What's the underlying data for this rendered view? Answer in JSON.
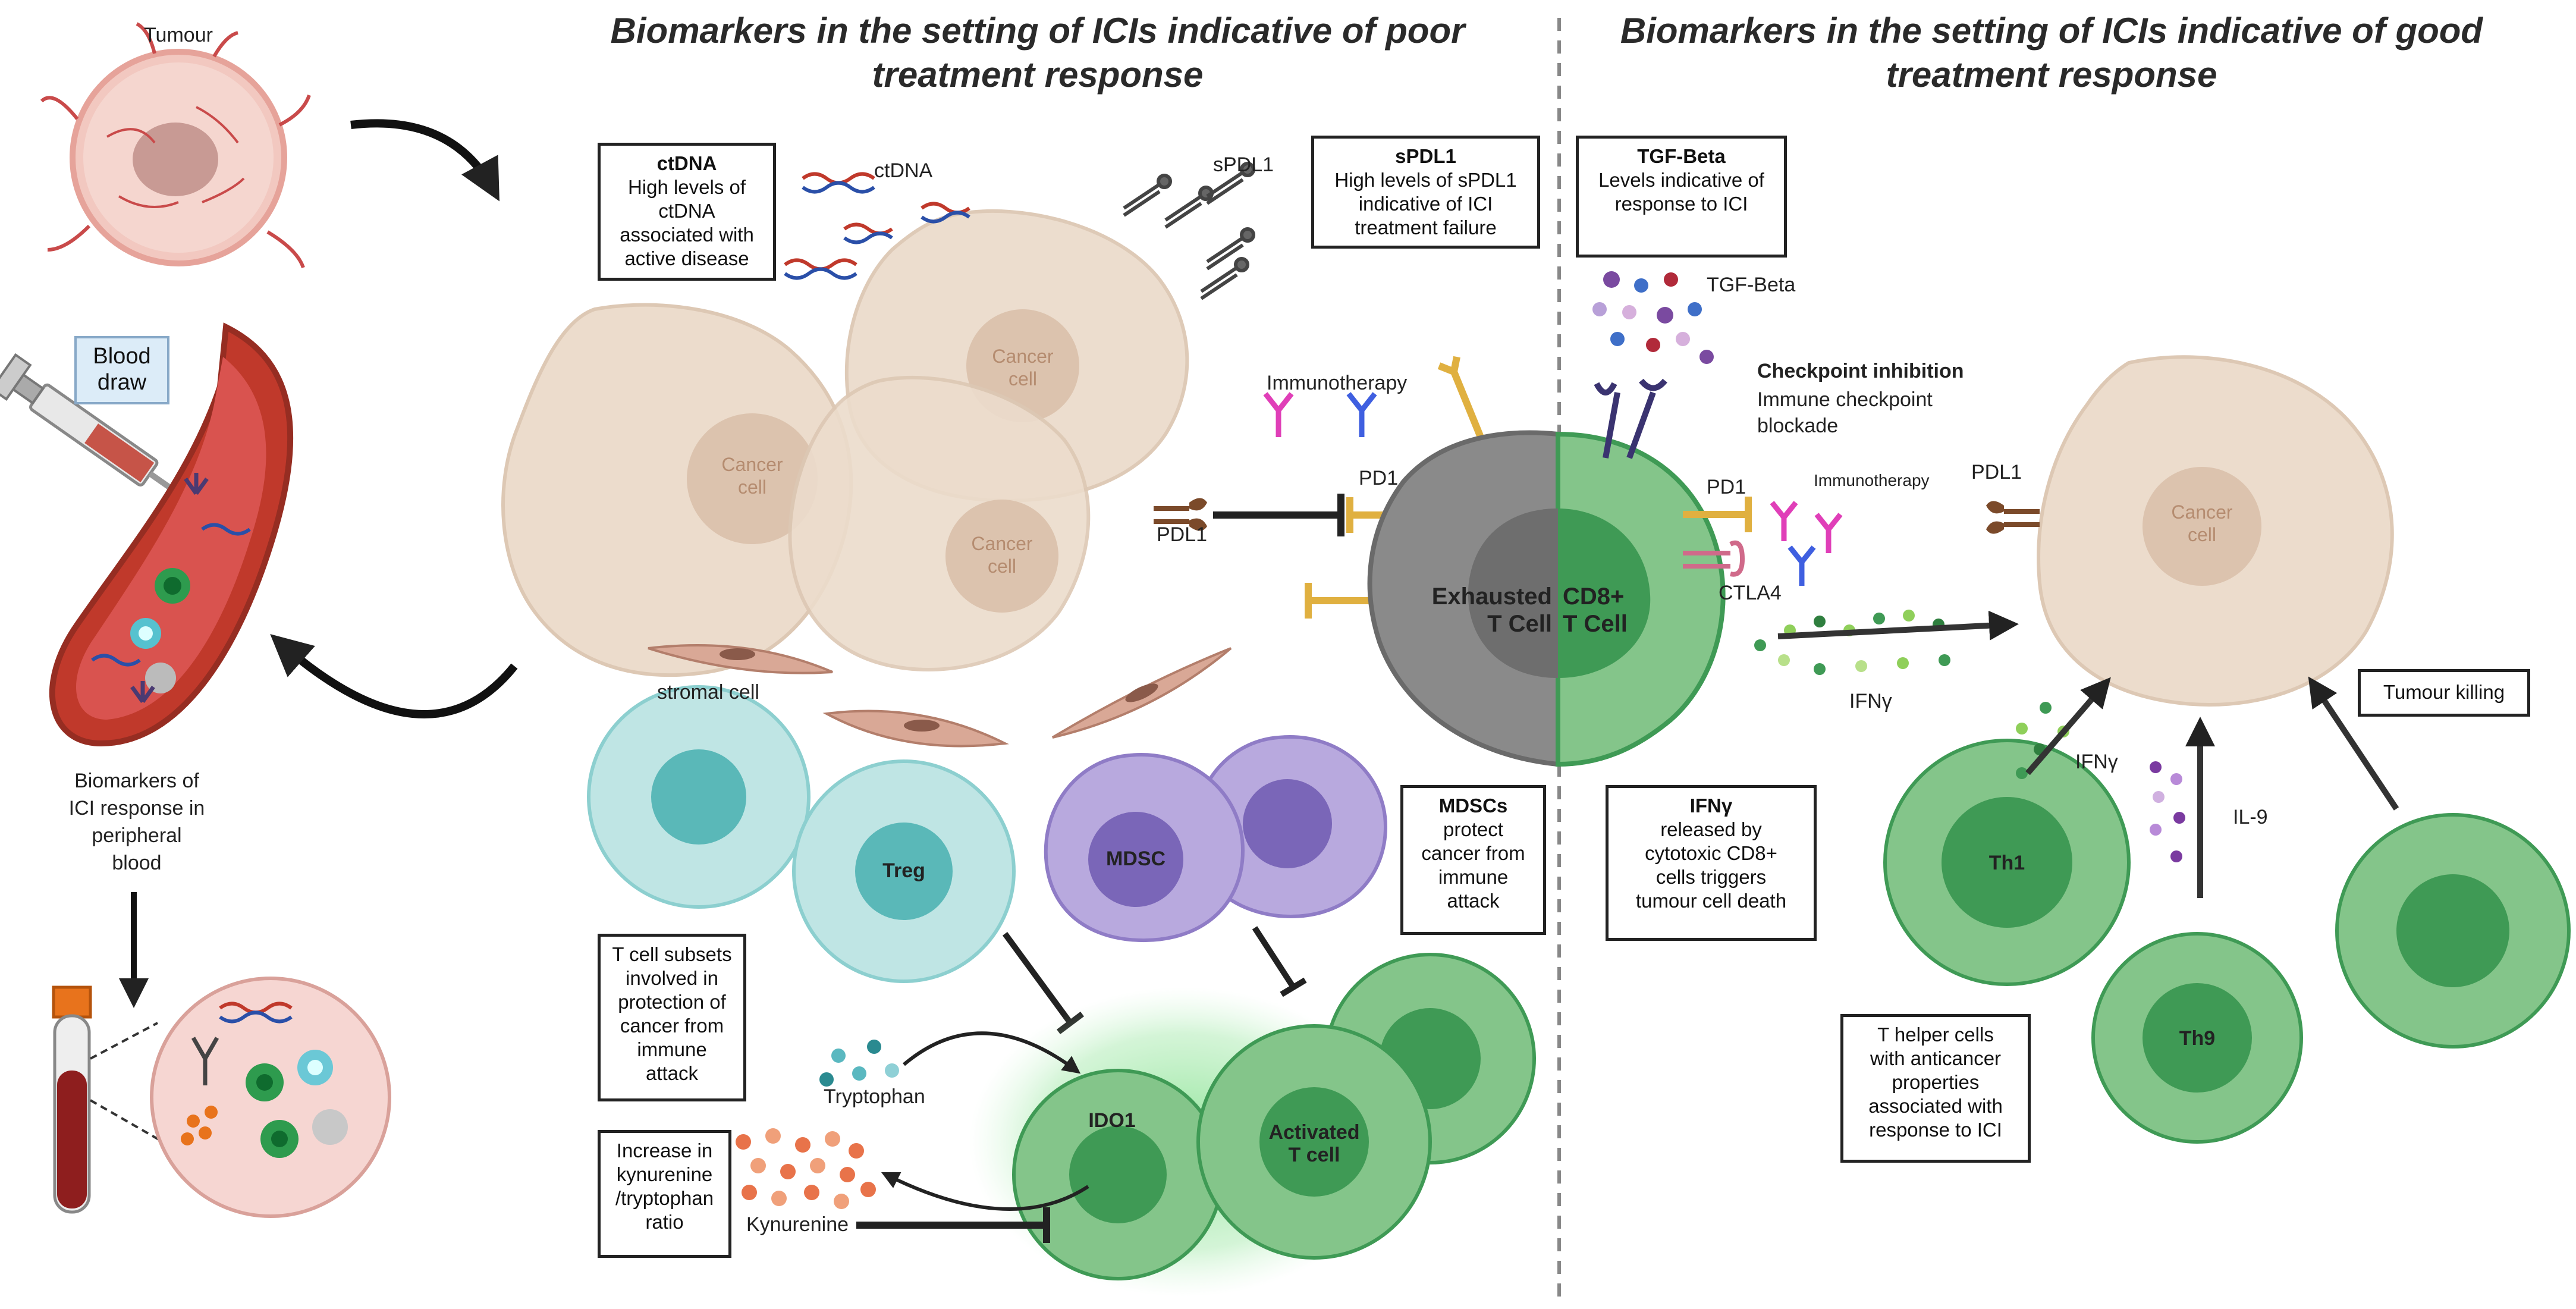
{
  "headings": {
    "poor": "Biomarkers in the setting of ICIs indicative of poor treatment response",
    "good": "Biomarkers in the setting of ICIs indicative of good treatment response"
  },
  "left_panel": {
    "tumour": "Tumour",
    "blood_draw": "Blood\ndraw",
    "biomarkers_caption": "Biomarkers of\nICI response in\nperipheral\nblood"
  },
  "boxes": {
    "ctdna": {
      "title": "ctDNA",
      "body": "High levels of\nctDNA\nassociated with\nactive disease"
    },
    "spdl1": {
      "title": "sPDL1",
      "body": "High levels of sPDL1\nindicative of ICI\ntreatment failure"
    },
    "tgfbeta": {
      "title": "TGF-Beta",
      "body": "Levels indicative of\nresponse to ICI"
    },
    "mdscs": {
      "title": "MDSCs",
      "body": "protect\ncancer from\nimmune\nattack"
    },
    "ifng": {
      "title": "IFNγ",
      "body": "released by\ncytotoxic CD8+\ncells triggers\ntumour cell death"
    },
    "tcell_subsets": {
      "body": "T cell subsets\ninvolved in\nprotection of\ncancer from\nimmune\nattack"
    },
    "kynurenine_ratio": {
      "body": "Increase in\nkynurenine\n/tryptophan\nratio"
    },
    "t_helper": {
      "body": "T helper cells\nwith anticancer\nproperties\nassociated with\nresponse to ICI"
    },
    "tumour_killing": {
      "body": "Tumour killing"
    }
  },
  "labels": {
    "ctdna": "ctDNA",
    "spdl1": "sPDL1",
    "immunotherapy_left": "Immunotherapy",
    "pd1_left": "PD1",
    "pdl1_left": "PDL1",
    "stromal_cell": "stromal cell",
    "tgf_beta": "TGF-Beta",
    "checkpoint_title": "Checkpoint inhibition",
    "checkpoint_body": "Immune checkpoint\nblockade",
    "pd1_right": "PD1",
    "immunotherapy_right": "Immunotherapy",
    "pdl1_right": "PDL1",
    "ctla4": "CTLA4",
    "ifng_main": "IFNγ",
    "ifng_small": "IFNγ",
    "il9": "IL-9",
    "tryptophan": "Tryptophan",
    "kynurenine": "Kynurenine"
  },
  "cells": {
    "cancer_left": "Cancer\ncell",
    "cancer_top": "Cancer\ncell",
    "cancer_mid": "Cancer\ncell",
    "cancer_right": "Cancer\ncell",
    "exhausted": "Exhausted\nT Cell",
    "cd8": "CD8+\nT Cell",
    "treg": "Treg",
    "mdsc": "MDSC",
    "ido1": "IDO1",
    "activated": "Activated\nT cell",
    "th1": "Th1",
    "th9": "Th9"
  },
  "colors": {
    "cancer_fill": "#ecdccc",
    "cancer_nucleus": "#dcc3ae",
    "tcell_green": "#84c58a",
    "tcell_nucleus": "#3f9a55",
    "exhausted_grey": "#8a8a8a",
    "treg_fill": "#bfe5e4",
    "mdsc_fill": "#b8a9de",
    "divider": "#888888"
  }
}
